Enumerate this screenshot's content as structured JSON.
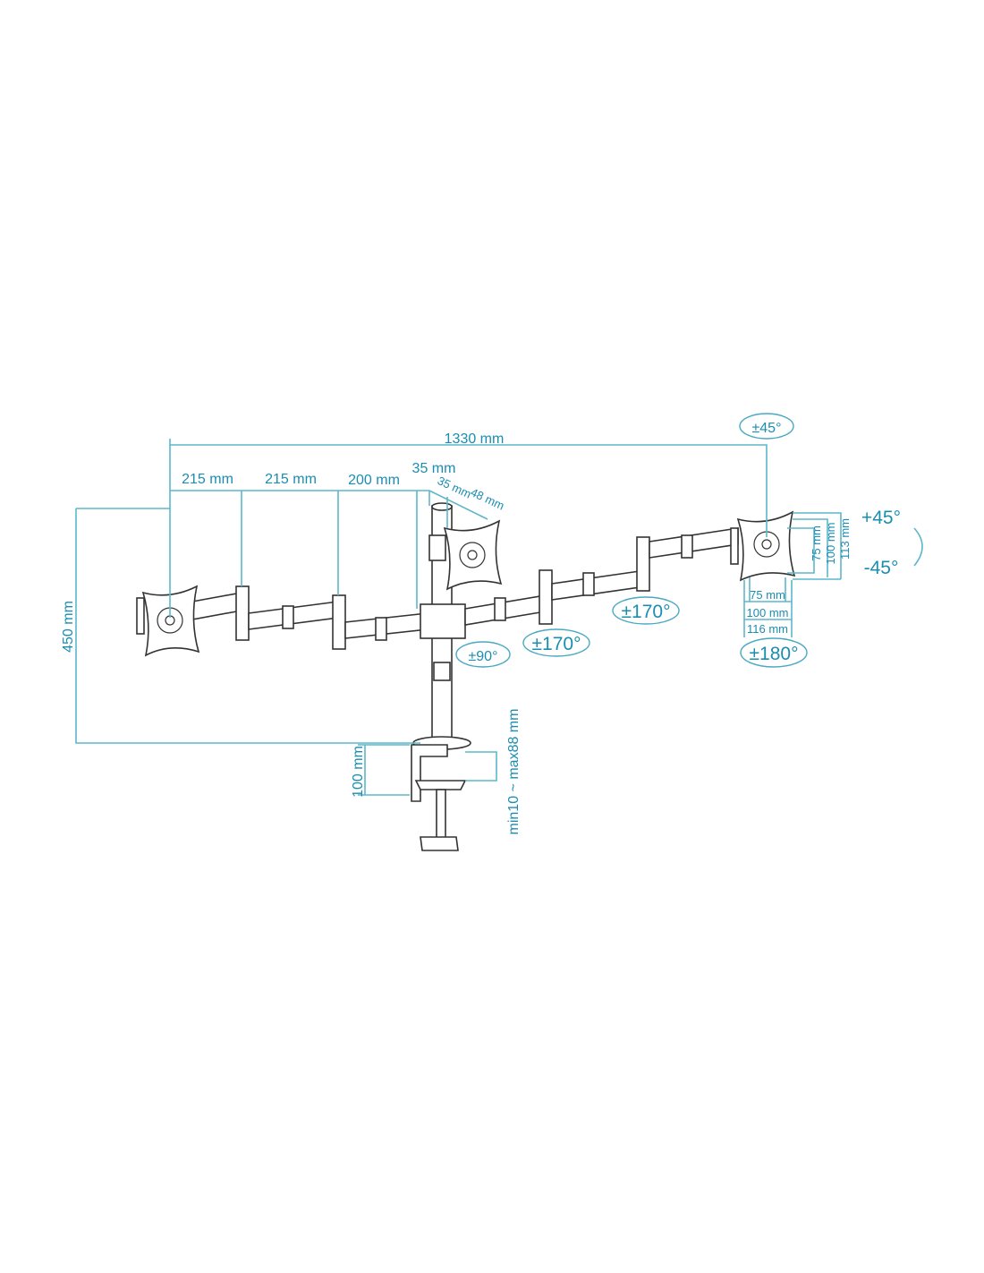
{
  "diagram": {
    "colors": {
      "dimension": "#1b8db1",
      "line_art": "#333333"
    },
    "dimensions": {
      "total_width": "1330 mm",
      "arm_segment_1": "215 mm",
      "arm_segment_2": "215 mm",
      "arm_segment_3": "200 mm",
      "pole_offset": "35 mm",
      "center_offset_a": "35 mm",
      "center_offset_b": "48 mm",
      "height": "450 mm",
      "clamp_depth": "100 mm",
      "desk_thickness": "min10 ~ max88 mm",
      "vesa_v_75": "75 mm",
      "vesa_v_100": "100 mm",
      "plate_v_113": "113 mm",
      "vesa_h_75": "75 mm",
      "vesa_h_100": "100 mm",
      "plate_h_116": "116 mm"
    },
    "rotations": {
      "tilt_top": "±45°",
      "swivel_pole": "±90°",
      "swivel_arm_1": "±170°",
      "swivel_arm_2": "±170°",
      "rotation": "±180°",
      "tilt_up": "+45°",
      "tilt_down": "-45°"
    }
  }
}
